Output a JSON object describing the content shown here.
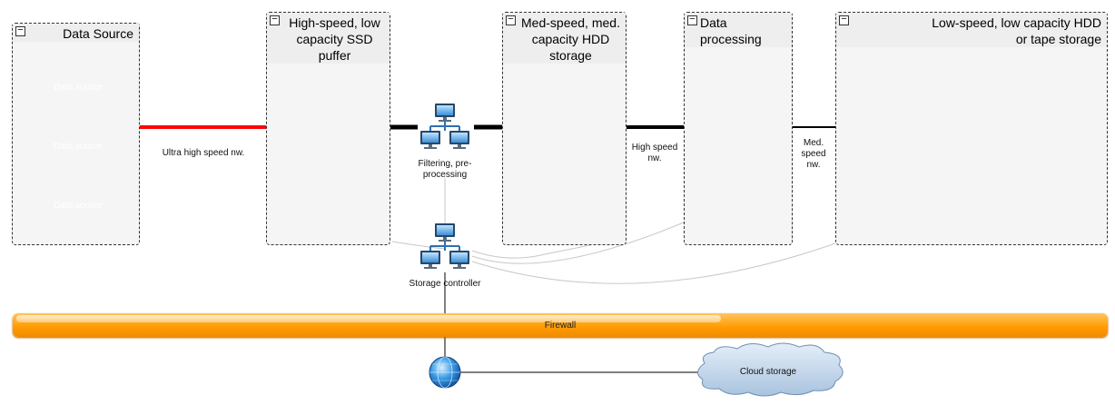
{
  "groups": [
    {
      "title": "Data Source"
    },
    {
      "title": "High-speed, low capacity SSD puffer"
    },
    {
      "title": "Med-speed, med. capacity HDD storage"
    },
    {
      "title": "Data processing"
    },
    {
      "title": "Low-speed, low capacity HDD or tape storage"
    }
  ],
  "data_sources": [
    "Data source",
    "Data source",
    "Data source"
  ],
  "links": {
    "ultra": "Ultra high speed nw.",
    "high": "High speed nw.",
    "med": "Med. speed nw."
  },
  "filtering": "Filtering, pre-processing",
  "controller": "Storage controller",
  "firewall": "Firewall",
  "cloud": "Cloud storage",
  "colors": {
    "data_source": "#2f5ff5",
    "ultra_link": "#ff0000",
    "firewall": "#ff9a00",
    "disk_blue": "#3a93d6",
    "disk_gray": "#8a8a8a",
    "cloud": "#b9cfe6"
  }
}
